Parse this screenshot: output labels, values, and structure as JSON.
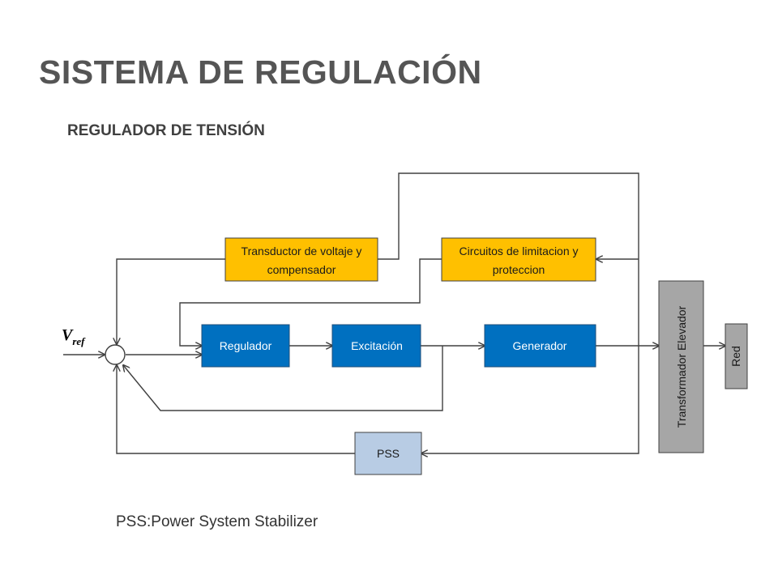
{
  "page": {
    "title": "SISTEMA DE REGULACIÓN",
    "subtitle": "REGULADOR DE TENSIÓN",
    "footnote": "PSS:Power System Stabilizer"
  },
  "diagram": {
    "input": {
      "symbol": "V",
      "subscript": "ref"
    },
    "blocks": {
      "transductor": {
        "line1": "Transductor de voltaje y",
        "line2": "compensador"
      },
      "circuitos": {
        "line1": "Circuitos de limitacion y",
        "line2": "proteccion"
      },
      "regulador": "Regulador",
      "excitacion": "Excitación",
      "generador": "Generador",
      "transformador": "Transformador Elevador",
      "red": "Red",
      "pss": "PSS"
    },
    "colors": {
      "top_blocks": "#FFC000",
      "main_blocks": "#0070C0",
      "transformer_red": "#A6A6A6",
      "pss": "#B8CCE4",
      "lines": "#404040"
    }
  }
}
